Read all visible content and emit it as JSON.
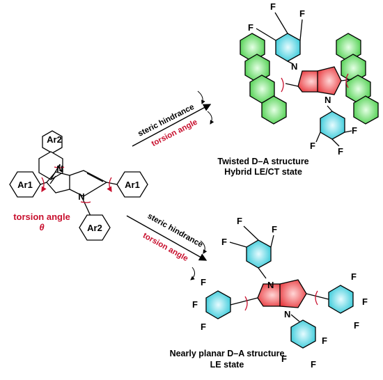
{
  "left_molecule": {
    "ar1_label": "Ar1",
    "ar2_label": "Ar2",
    "n_label": "N",
    "torsion_label": "torsion angle",
    "theta_label": "θ"
  },
  "top_arrow": {
    "steric_label": "steric hindrance",
    "torsion_label": "torsion angle"
  },
  "bottom_arrow": {
    "steric_label": "steric hindrance",
    "torsion_label": "torsion angle"
  },
  "top_molecule": {
    "n_label": "N",
    "f_label": "F",
    "caption_line1": "Twisted D–A structure",
    "caption_line2": "Hybrid LE/CT state"
  },
  "bottom_molecule": {
    "n_label": "N",
    "f_label": "F",
    "caption_line1": "Nearly planar D–A structure",
    "caption_line2": "LE state"
  },
  "colors": {
    "core_red": "#e8383d",
    "phenyl_cyan": "#3fd4e0",
    "anthracene_green": "#5cd65c",
    "label_red": "#c8102e"
  }
}
